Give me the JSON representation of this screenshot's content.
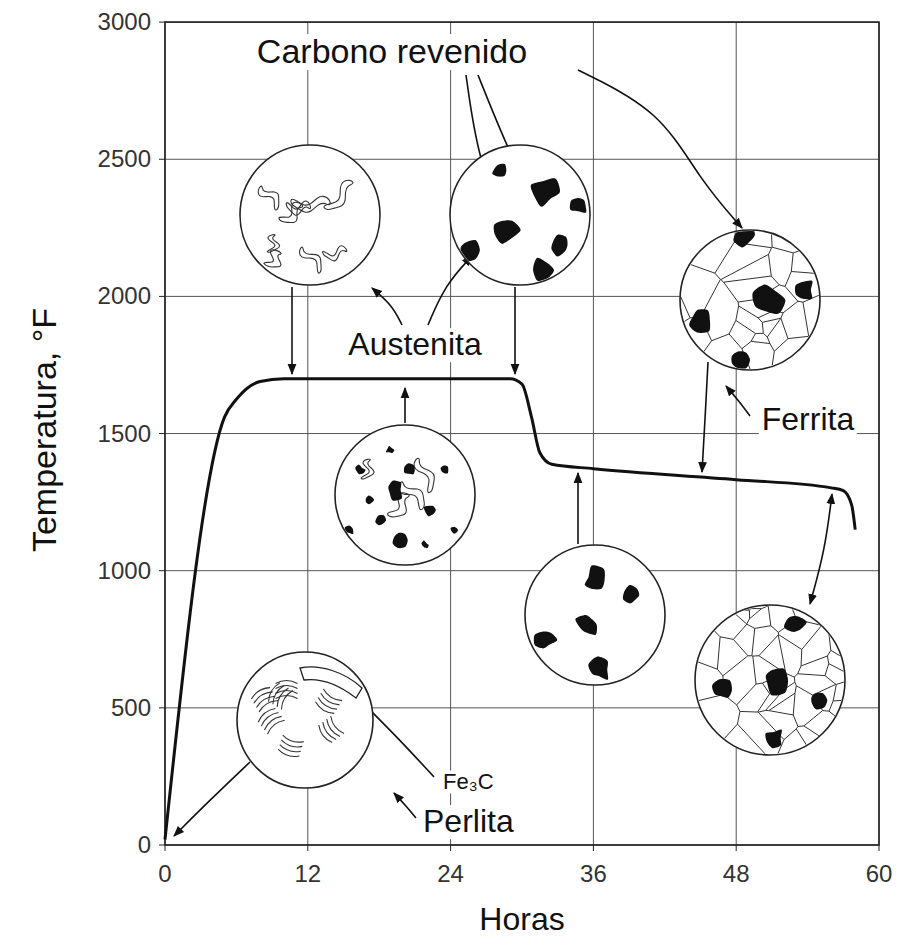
{
  "diagram": {
    "labels": [
      "Carbono revenido",
      "Austenita",
      "Ferrita",
      "Fe₃C",
      "Perlita",
      "Temperatura, °F",
      "Horas",
      "3000",
      "2500",
      "2000",
      "1500",
      "1000",
      "500",
      "0",
      "0",
      "12",
      "24",
      "36",
      "48",
      "60"
    ]
  }
}
